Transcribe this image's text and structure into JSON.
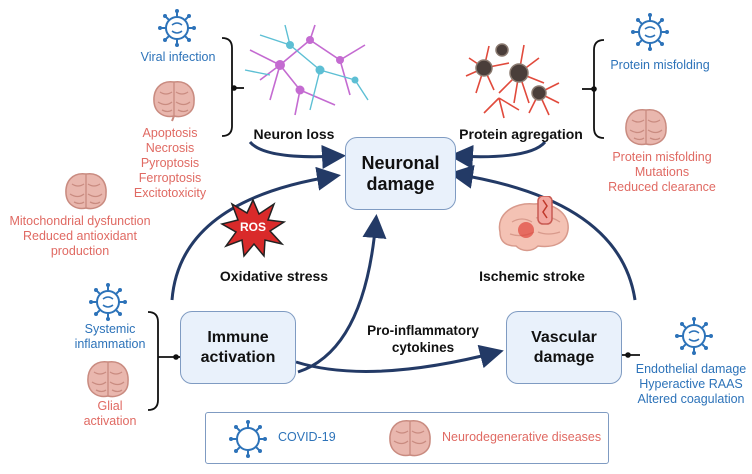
{
  "center": {
    "title": "Neuronal damage"
  },
  "mechanisms": {
    "neuron_loss": "Neuron loss",
    "protein_agregation": "Protein agregation",
    "oxidative_stress": "Oxidative stress",
    "ischemic_stroke": "Ischemic stroke",
    "ros": "ROS",
    "pro_inflammatory": "Pro-inflammatory cytokines"
  },
  "boxes": {
    "immune": "Immune activation",
    "vascular": "Vascular damage"
  },
  "annotations": {
    "viral_infection": "Viral infection",
    "cell_death": [
      "Apoptosis",
      "Necrosis",
      "Pyroptosis",
      "Ferroptosis",
      "Excitotoxicity"
    ],
    "protein_misfolding_covid": "Protein misfolding",
    "protein_neuro": [
      "Protein misfolding",
      "Mutations",
      "Reduced clearance"
    ],
    "oxidative_neuro": [
      "Mitochondrial dysfunction",
      "Reduced antioxidant",
      "production"
    ],
    "systemic": [
      "Systemic",
      "inflammation"
    ],
    "glial": [
      "Glial",
      "activation"
    ],
    "vascular_covid": [
      "Endothelial damage",
      "Hyperactive RAAS",
      "Altered coagulation"
    ]
  },
  "legend": {
    "covid": "COVID-19",
    "neuro": "Neurodegenerative diseases"
  },
  "colors": {
    "covid_blue": "#2d73b9",
    "neuro_red": "#e06a63",
    "arrow": "#233a66",
    "box_fill": "#e9f1fb"
  },
  "icons": [
    "virus-icon",
    "brain-icon",
    "neuron-network-icon",
    "protein-aggregate-icon",
    "ros-burst-icon",
    "stroke-brain-icon"
  ]
}
